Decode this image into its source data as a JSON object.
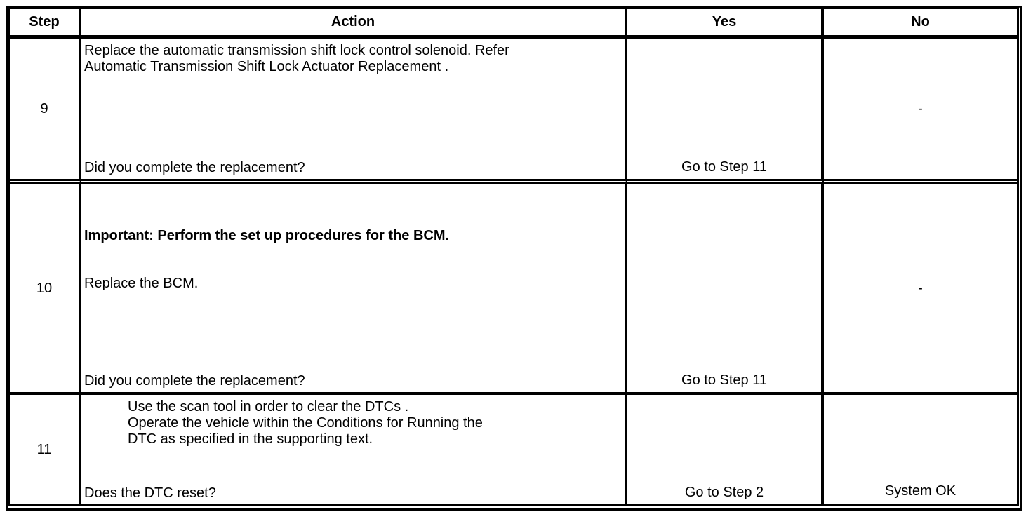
{
  "header": {
    "step": "Step",
    "action": "Action",
    "yes": "Yes",
    "no": "No"
  },
  "rows": [
    {
      "step": "9",
      "action_lines": [
        "Replace the automatic transmission shift lock control solenoid. Refer",
        "Automatic Transmission Shift Lock Actuator Replacement ."
      ],
      "question": "Did you complete the replacement?",
      "yes": "Go to Step 11",
      "no": "-"
    },
    {
      "step": "10",
      "important": "Important: Perform the set up procedures for the BCM.",
      "action": "Replace the BCM.",
      "question": "Did you complete the replacement?",
      "yes": "Go to Step 11",
      "no": "-"
    },
    {
      "step": "11",
      "action_lines": [
        "Use the scan tool in order to clear the DTCs .",
        "Operate the vehicle within the Conditions for Running the",
        "DTC as specified in the supporting text."
      ],
      "question": "Does the DTC reset?",
      "yes": "Go to Step 2",
      "no": "System OK"
    }
  ],
  "colors": {
    "border": "#000000",
    "background": "#ffffff",
    "text": "#000000"
  }
}
